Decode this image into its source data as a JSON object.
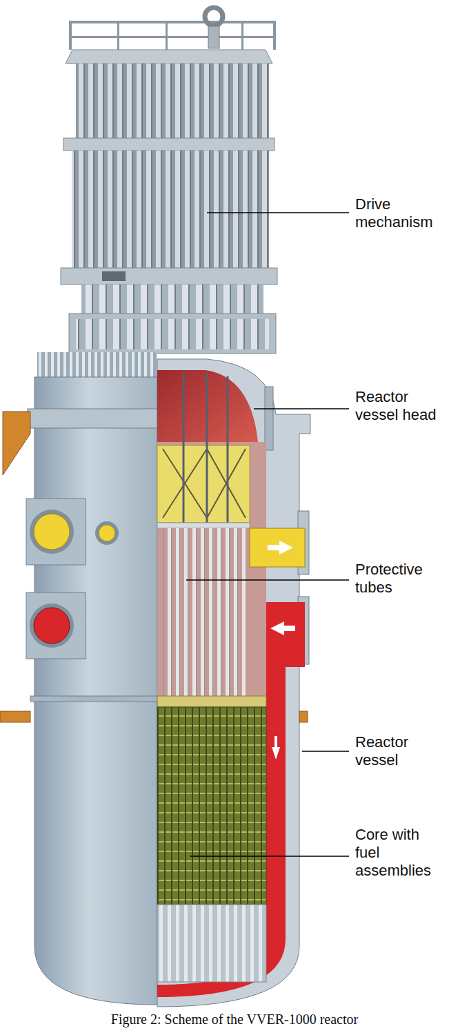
{
  "diagram": {
    "caption": "Figure 2: Scheme of the VVER-1000 reactor",
    "labels": [
      "Drive mechanism",
      "Reactor vessel head",
      "Protective tubes",
      "Reactor vessel",
      "Core with fuel assemblies"
    ]
  }
}
